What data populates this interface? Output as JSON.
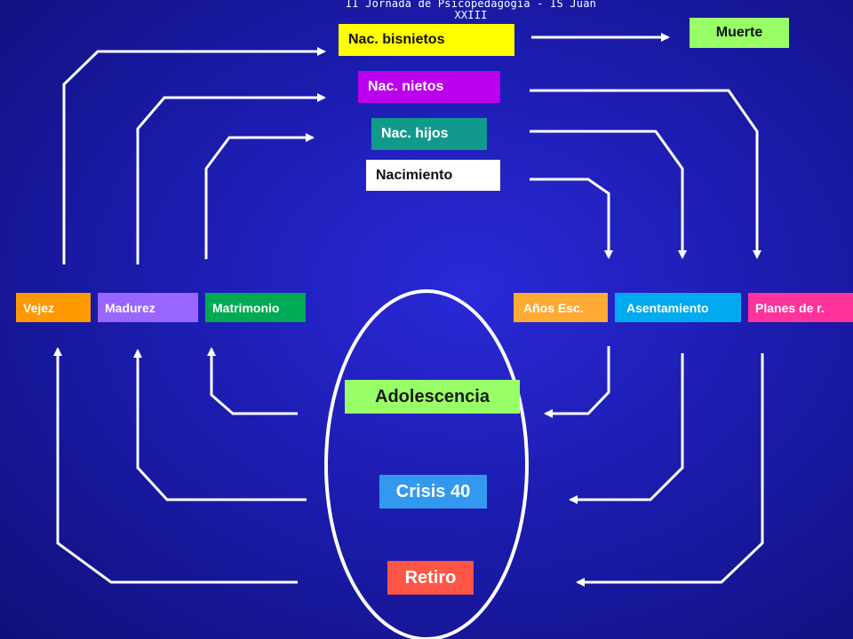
{
  "header": {
    "title": "II Jornada de Psicopedagogía - IS Juan XXIII"
  },
  "colors": {
    "background": "#1c1cb0",
    "arrow": "#ffffff",
    "yellow": "#ffff00",
    "magenta": "#bb00ee",
    "teal": "#119a8c",
    "white_box": "#ffffff",
    "light_green": "#99ff66",
    "orange": "#ff9900",
    "violet": "#9966ff",
    "green": "#00aa55",
    "pale_orange": "#ffaa33",
    "cyan": "#00aaee",
    "pink": "#ff3399",
    "light_blue": "#3399ee",
    "coral": "#ff5544"
  },
  "top": {
    "bisnietos": "Nac. bisnietos",
    "nietos": "Nac. nietos",
    "hijos": "Nac. hijos",
    "nacimiento": "Nacimiento",
    "muerte": "Muerte"
  },
  "left": {
    "vejez": "Vejez",
    "madurez": "Madurez",
    "matrimonio": "Matrimonio"
  },
  "right": {
    "anos_esc": "Años Esc.",
    "asentamiento": "Asentamiento",
    "planes": "Planes de r."
  },
  "center": {
    "adolescencia": "Adolescencia",
    "crisis": "Crisis 40",
    "retiro": "Retiro"
  }
}
